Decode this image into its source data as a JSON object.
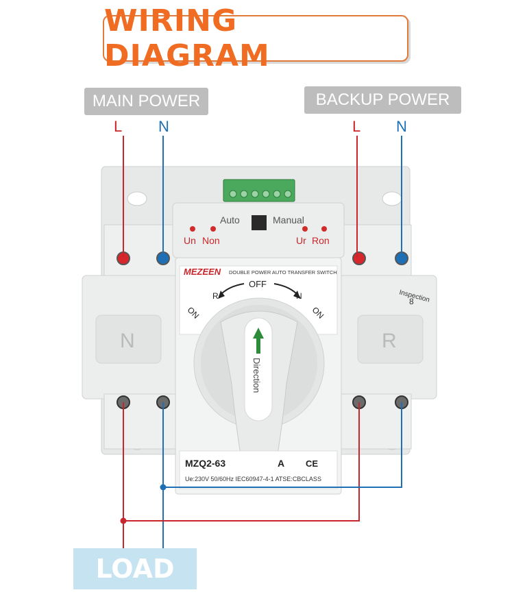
{
  "title": "WIRING DIAGRAM",
  "main_power": {
    "label": "MAIN POWER",
    "l": "L",
    "n": "N"
  },
  "backup_power": {
    "label": "BACKUP POWER",
    "l": "L",
    "n": "N"
  },
  "load_label": "LOAD",
  "device": {
    "brand": "MEZEEN",
    "subtitle": "DOUBLE POWER AUTO TRANSFER SWITCH",
    "auto": "Auto",
    "manual": "Manual",
    "un": "Un",
    "non": "Non",
    "ur": "Ur",
    "ron": "Ron",
    "off": "OFF",
    "r": "R",
    "n": "N",
    "on_left": "ON",
    "on_right": "ON",
    "direction": "Direction",
    "left_module": "N",
    "right_module": "R",
    "inspection": "Inspection",
    "inspection_no": "8",
    "model": "MZQ2-63",
    "model_suffix": "A",
    "ce": "CE",
    "spec": "Ue:230V  50/60Hz  IEC60947-4-1  ATSE:CBCLASS"
  },
  "colors": {
    "title": "#ef6c22",
    "live": "#c8262b",
    "neutral": "#1f6fb5",
    "load_box": "#c6e3f2",
    "pill": "#bdbdbd"
  }
}
